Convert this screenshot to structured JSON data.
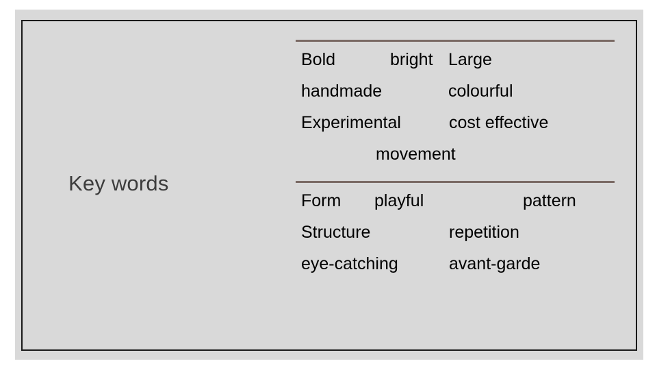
{
  "slide": {
    "title": "Key words",
    "background_color": "#d9d9d9",
    "page_color": "#ffffff",
    "frame_border_color": "#1a1a1a",
    "divider_color": "#7a6a64",
    "text_color": "#000000",
    "title_color": "#3c3c3c"
  },
  "word_blocks": [
    {
      "id": "top",
      "rows": [
        {
          "words": [
            "Bold",
            "bright",
            "Large"
          ]
        },
        {
          "words": [
            "handmade",
            "colourful"
          ]
        },
        {
          "words": [
            "Experimental",
            "cost effective"
          ]
        },
        {
          "words": [
            "movement"
          ]
        }
      ]
    },
    {
      "id": "bottom",
      "rows": [
        {
          "words": [
            "Form",
            "playful",
            "pattern"
          ]
        },
        {
          "words": [
            "Structure",
            "repetition"
          ]
        },
        {
          "words": [
            "eye-catching",
            "avant-garde"
          ]
        }
      ]
    }
  ]
}
